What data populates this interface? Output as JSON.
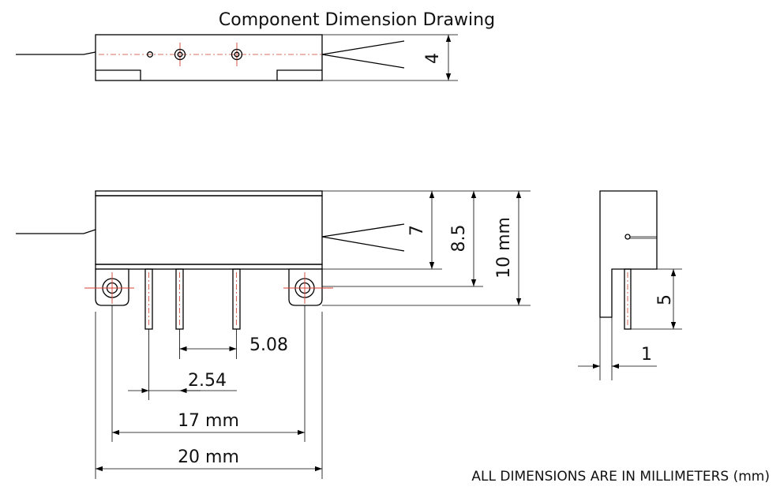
{
  "title": "Component Dimension Drawing",
  "note": "ALL DIMENSIONS ARE IN MILLIMETERS (mm)",
  "dimensions": {
    "top_height": "4",
    "lead_height": "7",
    "body_height": "8.5",
    "total_height": "10 mm",
    "pin_length": "5",
    "pin_thickness": "1",
    "pin_spacing_large": "5.08",
    "pin_spacing_small": "2.54",
    "mount_spacing": "17 mm",
    "total_width": "20 mm"
  },
  "colors": {
    "line": "#000000",
    "centerline": "#d04030",
    "background": "#ffffff"
  }
}
